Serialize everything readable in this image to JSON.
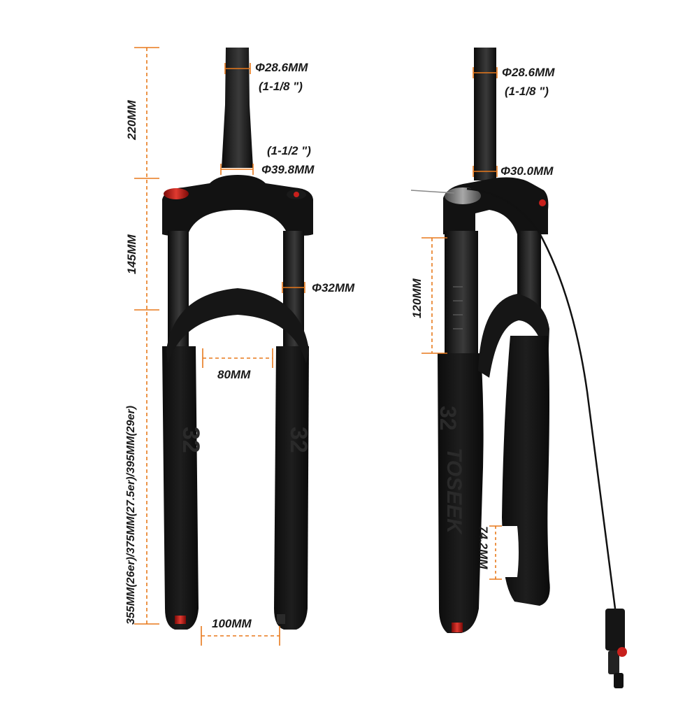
{
  "colors": {
    "dimension": "#e8791c",
    "fork_body": "#151515",
    "cap_red": "#c8201c",
    "text": "#1a1a1a"
  },
  "left_fork": {
    "labels": {
      "steerer_top_dia": "Φ28.6MM",
      "steerer_top_inch": "(1-1/8 \")",
      "steerer_bottom_inch": "(1-1/2 \")",
      "steerer_bottom_dia": "Φ39.8MM",
      "stanchion_dia": "Φ32MM",
      "arch_width": "80MM",
      "axle_width": "100MM",
      "steerer_length": "220MM",
      "crown_height": "145MM",
      "lower_length": "355MM(26er)/375MM(27.5er)/395MM(29er)"
    }
  },
  "right_fork": {
    "labels": {
      "steerer_top_dia": "Φ28.6MM",
      "steerer_top_inch": "(1-1/8 \")",
      "steerer_bottom_dia": "Φ30.0MM",
      "travel": "120MM",
      "dropout": "74.2MM"
    },
    "lower_brand_text": "TOSEEK"
  },
  "icons": [
    "fork-crown-icon",
    "lockout-cap-icon",
    "remote-lockout-icon",
    "axle-nut-icon"
  ]
}
